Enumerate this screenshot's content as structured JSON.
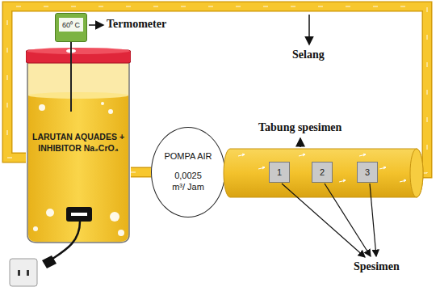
{
  "diagram": {
    "nodes": [
      {
        "text": [
          "60⁰ C"
        ]
      },
      {
        "text": [
          "LARUTAN AQUADES + INHIBITOR Na₂CrO₄"
        ]
      },
      {
        "text": [
          "POMPA AIR",
          "0,0025",
          "m³/ Jam"
        ]
      },
      {
        "text": [
          "Tabung spesimen"
        ]
      },
      {
        "text": [
          "1"
        ],
        "in": 3
      },
      {
        "text": [
          "2"
        ],
        "in": 3
      },
      {
        "text": [
          "3"
        ],
        "in": 3
      }
    ],
    "edges": [
      {
        "from": 0,
        "to": 1,
        "arrow": "none"
      },
      {
        "from": 1,
        "to": 2,
        "arrow": "none"
      },
      {
        "from": 2,
        "to": 3,
        "arrow": "none"
      },
      {
        "from": 3,
        "to": 1,
        "arrow": "none"
      }
    ],
    "labels": [
      "Termometer",
      "Selang",
      "Spesimen"
    ]
  }
}
